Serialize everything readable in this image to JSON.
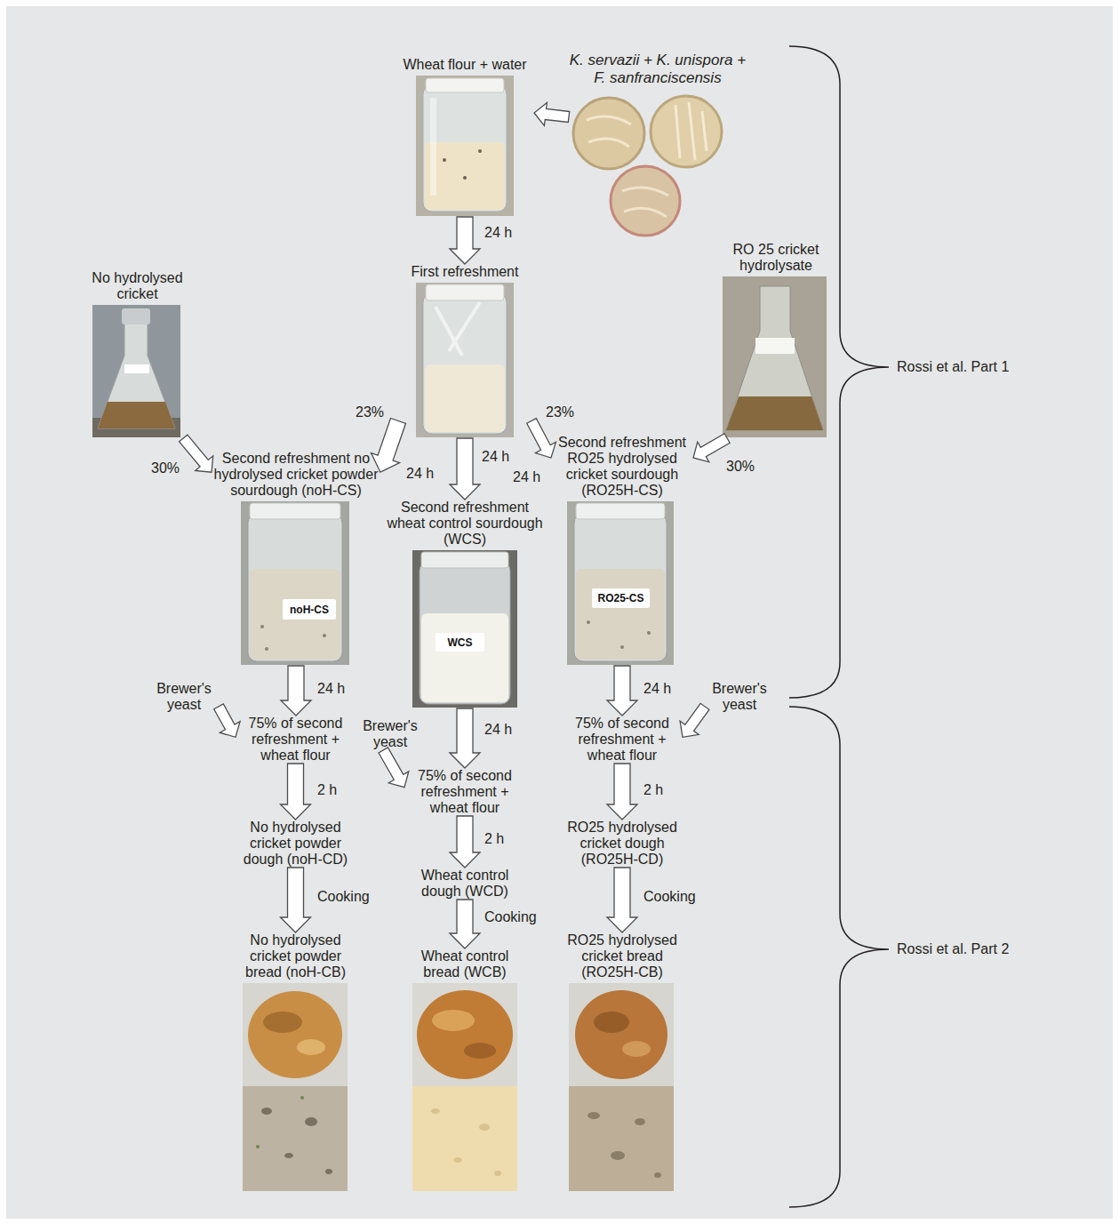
{
  "diagram": {
    "nodes": [
      {
        "text": [
          "Wheat flour + water"
        ]
      },
      {
        "text": [
          "K. servazii + K. unispora + F. sanfranciscensis"
        ]
      },
      {
        "text": [
          "First refreshment"
        ]
      },
      {
        "text": [
          "No hydrolysed cricket"
        ]
      },
      {
        "text": [
          "RO 25 cricket hydrolysate"
        ]
      },
      {
        "text": [
          "Second refreshment no hydrolysed cricket powder sourdough (noH-CS)",
          "noH-CS"
        ]
      },
      {
        "text": [
          "Second refreshment wheat control sourdough (WCS)",
          "WCS"
        ]
      },
      {
        "text": [
          "Second refreshment RO25 hydrolysed cricket sourdough (RO25H-CS)",
          "RO25-CS"
        ]
      },
      {
        "text": [
          "Brewer's yeast"
        ]
      },
      {
        "text": [
          "75% of second refreshment + wheat flour"
        ]
      },
      {
        "text": [
          "Brewer's yeast"
        ]
      },
      {
        "text": [
          "75% of second refreshment + wheat flour"
        ]
      },
      {
        "text": [
          "Brewer's yeast"
        ]
      },
      {
        "text": [
          "75% of second refreshment + wheat flour"
        ]
      },
      {
        "text": [
          "No hydrolysed cricket powder dough (noH-CD)"
        ]
      },
      {
        "text": [
          "Wheat control dough (WCD)"
        ]
      },
      {
        "text": [
          "RO25 hydrolysed cricket dough (RO25H-CD)"
        ]
      },
      {
        "text": [
          "No hydrolysed cricket powder bread (noH-CB)"
        ]
      },
      {
        "text": [
          "Wheat control bread (WCB)"
        ]
      },
      {
        "text": [
          "RO25 hydrolysed cricket bread (RO25H-CB)"
        ]
      }
    ],
    "edges": [
      {
        "from": 1,
        "to": 0,
        "arrow": "to"
      },
      {
        "from": 0,
        "to": 2,
        "label": "24 h",
        "arrow": "to"
      },
      {
        "from": 3,
        "to": 5,
        "label": "30%",
        "arrow": "to"
      },
      {
        "from": 2,
        "to": 5,
        "label": "24 h",
        "arrow": "to"
      },
      {
        "from": 2,
        "to": 6,
        "label": "24 h",
        "arrow": "to"
      },
      {
        "from": 2,
        "to": 7,
        "label": "24 h",
        "arrow": "to"
      },
      {
        "from": 4,
        "to": 7,
        "label": "30%",
        "arrow": "to"
      },
      {
        "from": 5,
        "to": 9,
        "label": "24 h",
        "arrow": "to"
      },
      {
        "from": 8,
        "to": 9,
        "arrow": "to"
      },
      {
        "from": 6,
        "to": 11,
        "label": "24 h",
        "arrow": "to"
      },
      {
        "from": 10,
        "to": 11,
        "arrow": "to"
      },
      {
        "from": 7,
        "to": 13,
        "label": "24 h",
        "arrow": "to"
      },
      {
        "from": 12,
        "to": 13,
        "arrow": "to"
      },
      {
        "from": 9,
        "to": 14,
        "label": "2 h",
        "arrow": "to"
      },
      {
        "from": 11,
        "to": 15,
        "label": "2 h",
        "arrow": "to"
      },
      {
        "from": 13,
        "to": 16,
        "label": "2 h",
        "arrow": "to"
      },
      {
        "from": 14,
        "to": 17,
        "label": "Cooking",
        "arrow": "to"
      },
      {
        "from": 15,
        "to": 18,
        "label": "Cooking",
        "arrow": "to"
      },
      {
        "from": 16,
        "to": 19,
        "label": "Cooking",
        "arrow": "to"
      }
    ],
    "labels": [
      "23%",
      "23%",
      "Rossi et al. Part 1",
      "Rossi et al. Part 2"
    ]
  }
}
